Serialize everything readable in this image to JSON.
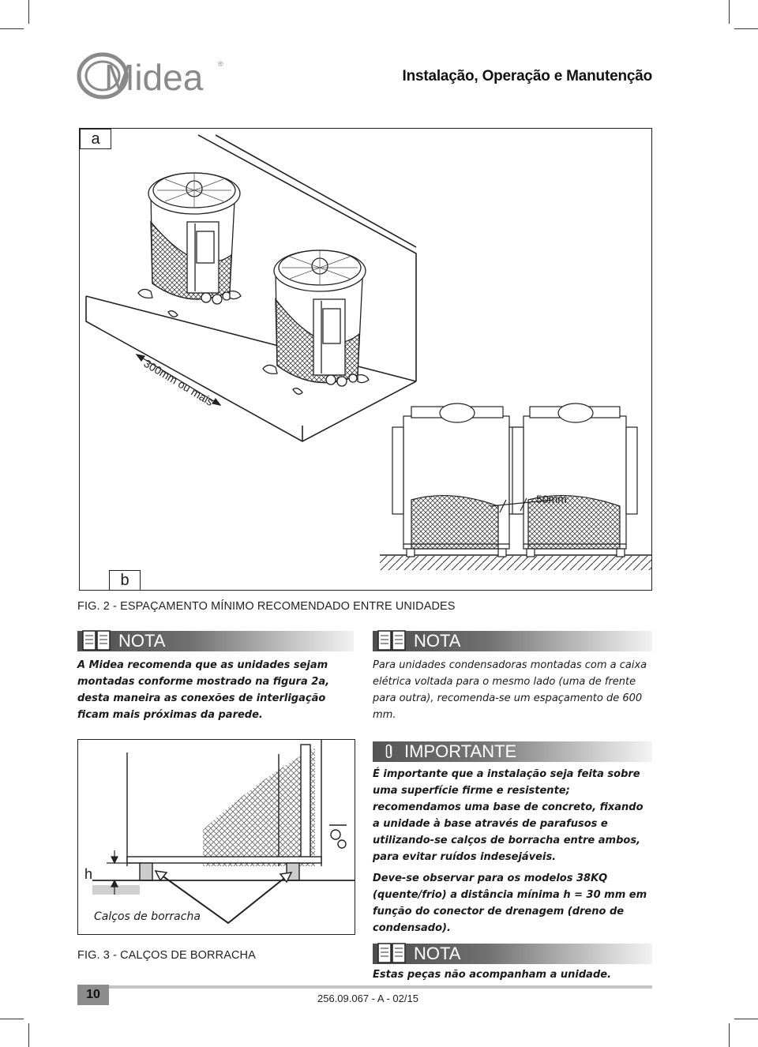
{
  "header": {
    "brand": "Midea",
    "title": "Instalação, Operação e Manutenção"
  },
  "figure2": {
    "panel_a": "a",
    "panel_b": "b",
    "dim_wall": "300mm ou mais",
    "dim_between": "50mm",
    "caption": "FIG. 2 - ESPAÇAMENTO MÍNIMO RECOMENDADO ENTRE UNIDADES"
  },
  "note_left": {
    "heading": "NOTA",
    "icon": "book-icon",
    "text": "A Midea recomenda que as unidades sejam montadas conforme mostrado na figura 2a, desta maneira as conexões de interligação ficam mais próximas da parede."
  },
  "note_right": {
    "heading": "NOTA",
    "icon": "book-icon",
    "text": "Para unidades condensadoras montadas com a caixa elétrica voltada para o mesmo lado (uma de frente para outra), recomenda-se um espaçamento de 600 mm."
  },
  "important": {
    "heading": "IMPORTANTE",
    "icon": "paperclip-icon",
    "paragraph1": "É importante que a instalação seja feita sobre uma superfície firme e resistente; recomendamos uma base de concreto, fixando a unidade à base através de parafusos e utilizando-se calços de borracha entre ambos, para evitar ruídos indesejáveis.",
    "paragraph2": "Deve-se observar para os modelos 38KQ (quente/frio) a distância mínima h = 30 mm em função do conector de drenagem (dreno de condensado)."
  },
  "note_bottom": {
    "heading": "NOTA",
    "icon": "book-icon",
    "text": "Estas peças não acompanham a unidade."
  },
  "figure3": {
    "label_h": "h",
    "label_pads": "Calços de borracha",
    "caption": "FIG. 3 - CALÇOS DE BORRACHA"
  },
  "footer": {
    "page_number": "10",
    "doc_code": "256.09.067 - A - 02/15"
  }
}
